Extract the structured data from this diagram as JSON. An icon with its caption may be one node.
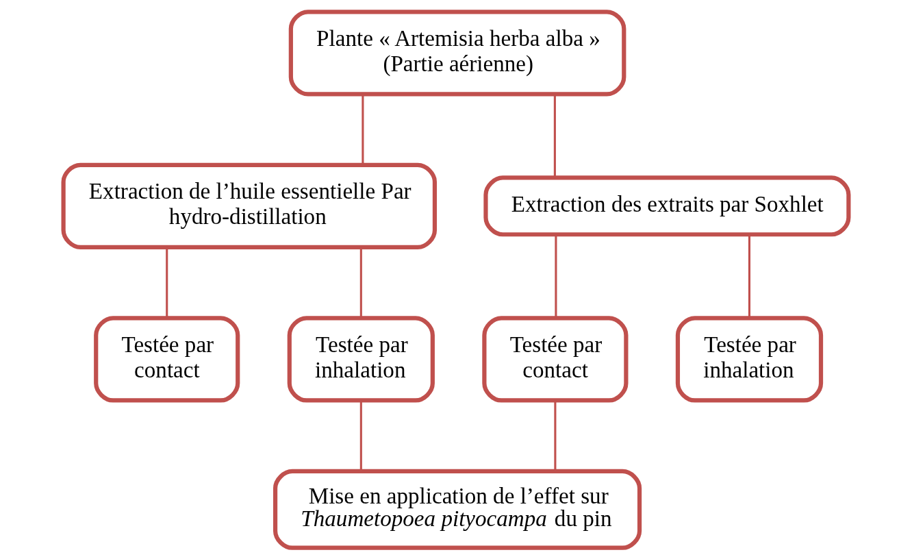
{
  "diagram": {
    "nodes": [
      {
        "text": [
          "Plante « Artemisia herba alba » (Partie aérienne)"
        ]
      },
      {
        "text": [
          "Extraction de l’huile essentielle Par hydro-distillation"
        ]
      },
      {
        "text": [
          "Extraction des extraits par Soxhlet"
        ]
      },
      {
        "text": [
          "Testée par contact"
        ]
      },
      {
        "text": [
          "Testée par inhalation"
        ]
      },
      {
        "text": [
          "Testée par contact"
        ]
      },
      {
        "text": [
          "Testée par inhalation"
        ]
      },
      {
        "text": [
          "Mise en application de l’effet sur *Thaumetopoea pityocampa* du pin"
        ]
      }
    ],
    "edges": [
      {
        "from": 0,
        "to": 1,
        "arrow": "none"
      },
      {
        "from": 0,
        "to": 2,
        "arrow": "none"
      },
      {
        "from": 1,
        "to": 3,
        "arrow": "none"
      },
      {
        "from": 1,
        "to": 4,
        "arrow": "none"
      },
      {
        "from": 2,
        "to": 5,
        "arrow": "none"
      },
      {
        "from": 2,
        "to": 6,
        "arrow": "none"
      },
      {
        "from": 4,
        "to": 7,
        "arrow": "none"
      },
      {
        "from": 5,
        "to": 7,
        "arrow": "none"
      }
    ]
  }
}
